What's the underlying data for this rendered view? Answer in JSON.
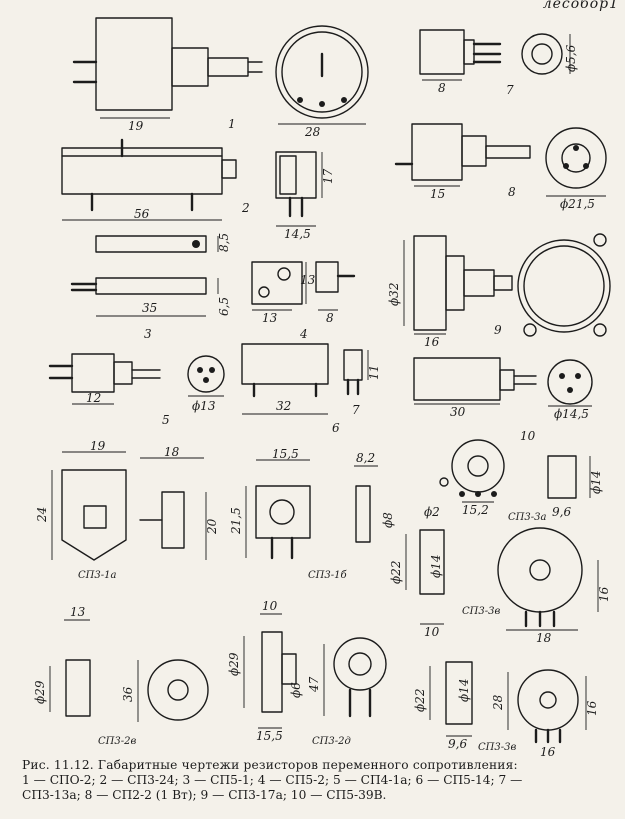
{
  "page": {
    "top_text": "лесобор1",
    "caption": {
      "line1": "Рис. 11.12. Габаритные чертежи резисторов переменного сопротивления:",
      "line2": "1 — СПО-2;  2 — СП3-24;  3 — СП5-1;  4 — СП5-2;  5 — СП4-1а;  6 — СП5-14;  7 —",
      "line3": "СП3-13а;  8 — СП2-2 (1 Вт);  9 — СП3-17а;  10 — СП5-39В."
    }
  },
  "figure": {
    "numbers": [
      "1",
      "2",
      "3",
      "4",
      "5",
      "6",
      "7",
      "8",
      "9",
      "10",
      "7"
    ],
    "dimensions": {
      "d19": "19",
      "d28": "28",
      "d8": "8",
      "d56": "ϕ5,6",
      "d56b": "56",
      "d145": "14,5",
      "d17": "17",
      "d15": "15",
      "d215": "ϕ21,5",
      "d85": "8,5",
      "d35": "35",
      "d65": "6,5",
      "d13a": "13",
      "d13b": "13",
      "d8b": "8",
      "d32": "ϕ32",
      "d16": "16",
      "d12": "12",
      "d13c": "ϕ13",
      "d32b": "32",
      "d11": "11",
      "d7": "7",
      "d30": "30",
      "d145b": "ϕ14,5",
      "d19b": "19",
      "d18": "18",
      "d155": "15,5",
      "d82": "8,2",
      "d24": "24",
      "d20": "20",
      "d215b": "21,5",
      "d8c": "ϕ8",
      "d2": "ϕ2",
      "d152": "15,2",
      "d14": "ϕ14",
      "d96": "9,6",
      "d22": "ϕ22",
      "d14b": "ϕ14",
      "d10": "10",
      "d16b": "16",
      "d18b": "18",
      "d13d": "13",
      "d10b": "10",
      "d29": "ϕ29",
      "d36": "36",
      "d29b": "ϕ29",
      "d6": "ϕ6",
      "d47": "47",
      "d155b": "15,5",
      "d22b": "ϕ22",
      "d14c": "ϕ14",
      "d16c": "16",
      "d96b": "9,6",
      "d16d": "16"
    },
    "tags": {
      "sp31a": "СП3-1а",
      "sp31b": "СП3-1б",
      "sp33a": "СП3-3а",
      "sp33v": "СП3-3в",
      "sp32v": "СП3-2в",
      "sp32d": "СП3-2д",
      "sp33d": "СП3-3в"
    }
  }
}
